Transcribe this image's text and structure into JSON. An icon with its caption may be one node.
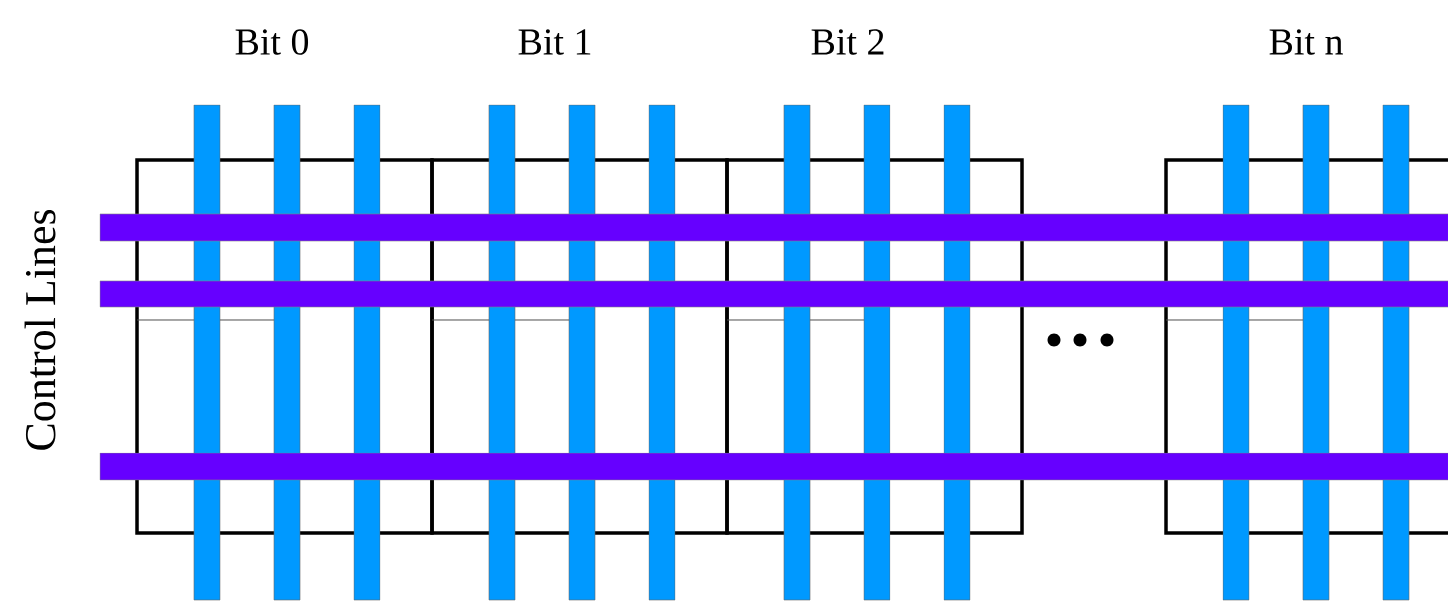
{
  "diagram": {
    "nodes": [
      {
        "text": [
          "Bit 0"
        ]
      },
      {
        "text": [
          "Bit 1"
        ]
      },
      {
        "text": [
          "Bit 2"
        ]
      },
      {
        "text": [
          "Bit n"
        ]
      }
    ],
    "labels": [
      "Control Lines"
    ]
  }
}
